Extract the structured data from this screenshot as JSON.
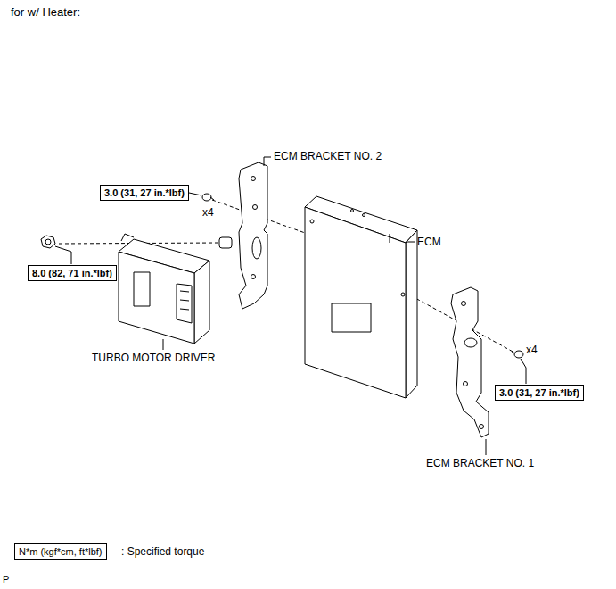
{
  "diagram": {
    "title": "for w/ Heater:",
    "nodes": [
      {
        "text": [
          "3.0 (31, 27 in.*lbf)"
        ]
      },
      {
        "text": [
          "8.0 (82, 71 in.*lbf)"
        ]
      },
      {
        "text": [
          "3.0 (31, 27 in.*lbf)"
        ]
      },
      {
        "text": [
          "N*m (kgf*cm, ft*lbf)"
        ]
      }
    ],
    "labels": [
      "ECM BRACKET NO. 2",
      "ECM",
      "x4",
      "x4",
      "TURBO MOTOR DRIVER",
      "ECM BRACKET NO. 1",
      ": Specified torque",
      "P"
    ]
  }
}
